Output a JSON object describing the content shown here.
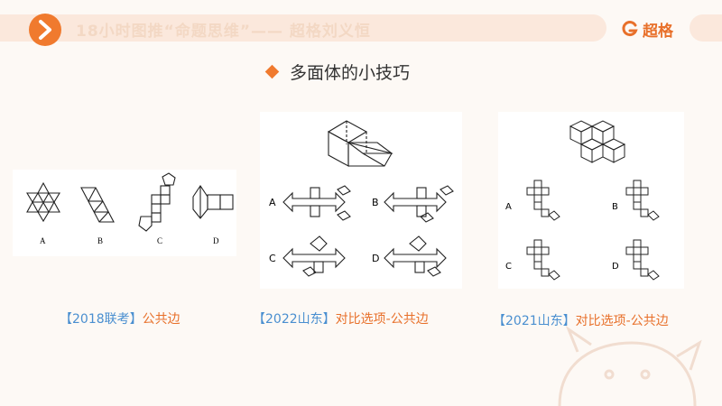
{
  "header": {
    "title": "18小时图推“命题思维”—— 超格刘义恒",
    "logo_text": "超格",
    "accent": "#f07a2e",
    "banner_color": "#fbe8dc"
  },
  "main": {
    "heading": "多面体的小技巧"
  },
  "panels": [
    {
      "labels": [
        "A",
        "B",
        "C",
        "D"
      ],
      "caption_year": "【2018联考】",
      "caption_topic": "公共边"
    },
    {
      "labels": [
        "A",
        "B",
        "C",
        "D"
      ],
      "caption_year": "【2022山东】",
      "caption_topic": "对比选项-公共边"
    },
    {
      "labels": [
        "A",
        "B",
        "C",
        "D"
      ],
      "caption_year": "【2021山东】",
      "caption_topic": "对比选项-公共边"
    }
  ]
}
